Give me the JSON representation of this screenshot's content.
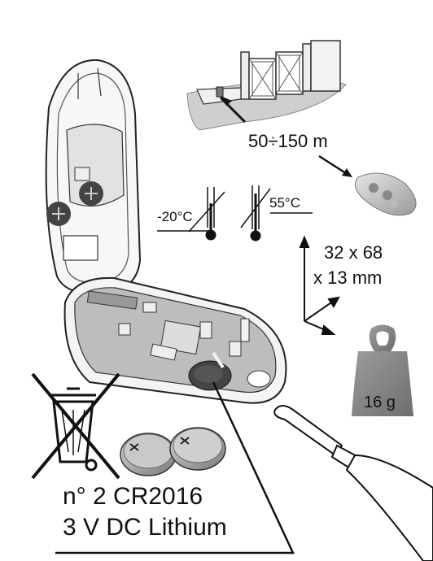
{
  "labels": {
    "range": "50÷150 m",
    "temp_min": "-20°C",
    "temp_max": "55°C",
    "dims_line1": "32 x 68",
    "dims_line2": "x 13 mm",
    "weight": "16 g",
    "battery_line1": "n° 2 CR2016",
    "battery_line2": "3 V DC Lithium"
  },
  "icons": [
    "gate-icon",
    "remote-icon",
    "thermometer-icon",
    "axes-icon",
    "weight-icon",
    "weee-bin-icon",
    "coin-battery-icon",
    "screwdriver-icon"
  ]
}
